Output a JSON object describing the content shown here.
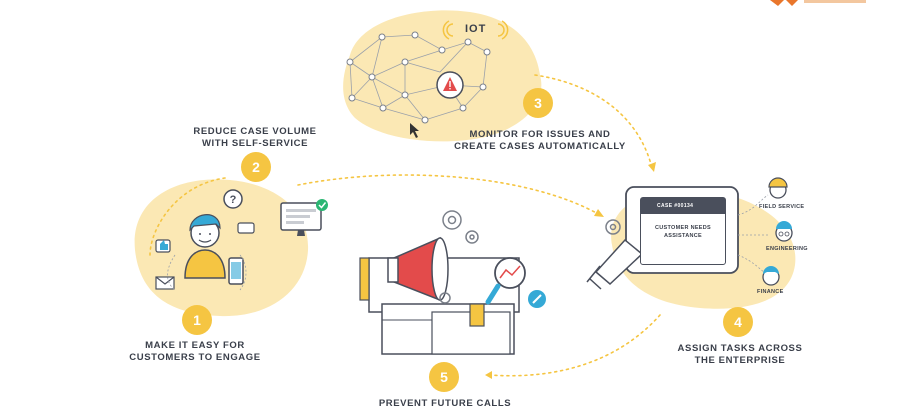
{
  "iot_label": "IOT",
  "steps": [
    {
      "number": "1",
      "label_line1": "MAKE IT EASY FOR",
      "label_line2": "CUSTOMERS TO ENGAGE"
    },
    {
      "number": "2",
      "label_line1": "REDUCE CASE VOLUME",
      "label_line2": "WITH SELF-SERVICE"
    },
    {
      "number": "3",
      "label_line1": "MONITOR FOR ISSUES AND",
      "label_line2": "CREATE CASES AUTOMATICALLY"
    },
    {
      "number": "4",
      "label_line1": "ASSIGN TASKS ACROSS",
      "label_line2": "THE ENTERPRISE"
    },
    {
      "number": "5",
      "label_line1": "PREVENT FUTURE CALLS",
      "label_line2": ""
    }
  ],
  "case_card": {
    "header": "CASE #00134",
    "body_line1": "CUSTOMER NEEDS",
    "body_line2": "ASSISTANCE"
  },
  "roles": [
    {
      "label": "FIELD SERVICE",
      "icon": "field-service-worker-icon"
    },
    {
      "label": "ENGINEERING",
      "icon": "engineer-icon"
    },
    {
      "label": "FINANCE",
      "icon": "finance-person-icon"
    }
  ],
  "colors": {
    "accent": "#f5c542",
    "blob": "#fbe8b4",
    "line": "#4a4f5c",
    "alert": "#e34b4b",
    "cyan": "#35a9d6",
    "green": "#2bb673"
  }
}
